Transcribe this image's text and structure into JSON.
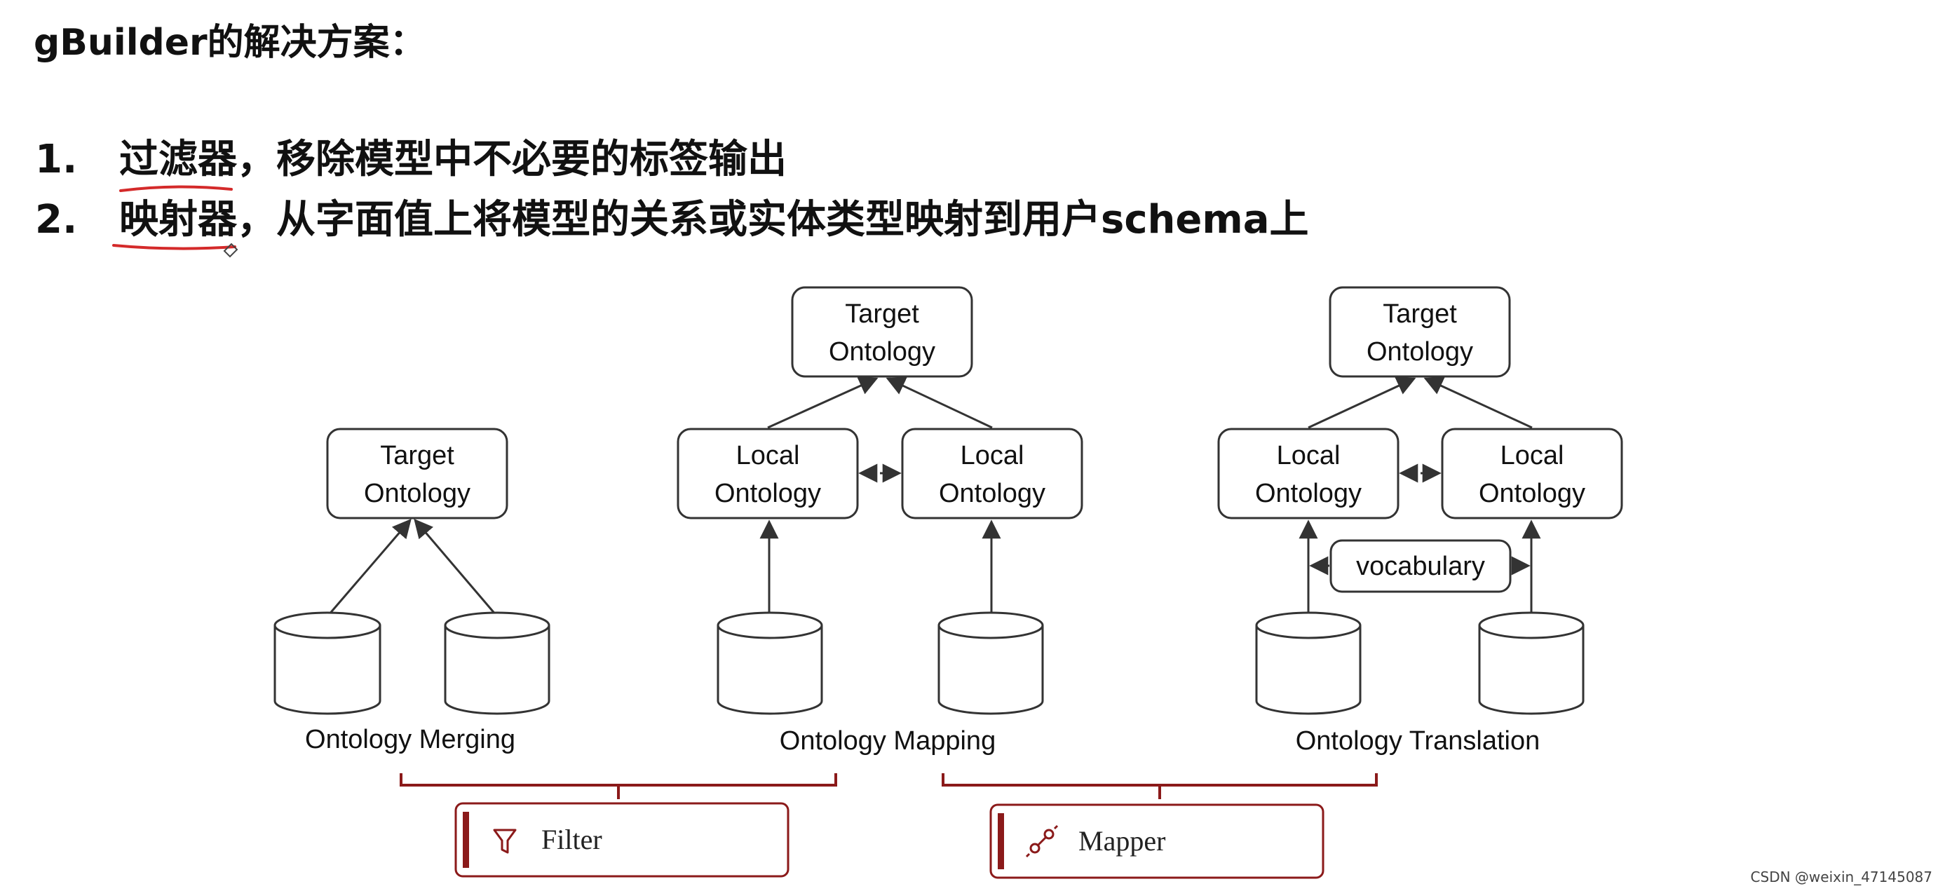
{
  "title": "gBuilder的解决方案：",
  "items": [
    {
      "num": "1.",
      "keyword": "过滤器",
      "rest": "，移除模型中不必要的标签输出"
    },
    {
      "num": "2.",
      "keyword": "映射器",
      "rest": "，从字面值上将模型的关系或实体类型映射到用户schema上"
    }
  ],
  "diagram": {
    "target_line1": "Target",
    "target_line2": "Ontology",
    "local_line1": "Local",
    "local_line2": "Ontology",
    "vocabulary": "vocabulary",
    "captions": [
      "Ontology Merging",
      "Ontology Mapping",
      "Ontology Translation"
    ],
    "tools": [
      "Filter",
      "Mapper"
    ],
    "colors": {
      "accent": "#8b1a1a",
      "underline": "#d42a2a",
      "stroke": "#333333"
    },
    "icons": [
      "filter-icon",
      "mapper-icon"
    ]
  },
  "watermark": "CSDN @weixin_47145087"
}
